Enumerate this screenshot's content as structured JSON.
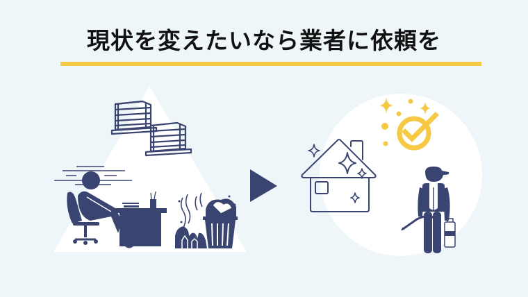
{
  "title": "現状を変えたいなら業者に依頼を",
  "colors": {
    "background": "#EEF6FA",
    "navy": "#3A4470",
    "accent_yellow": "#F6C945",
    "white_shape": "#FFFFFF"
  },
  "illustration": {
    "before": {
      "shape": "triangle",
      "elements": [
        "stacked-papers-icon",
        "stacked-papers-icon",
        "tired-person-at-desk-icon",
        "garbage-bin-icon"
      ]
    },
    "arrow": "play-arrow-icon",
    "after": {
      "shape": "circle",
      "elements": [
        "sparkling-house-icon",
        "checkmark-badge-icon",
        "cleaning-worker-icon"
      ]
    }
  }
}
